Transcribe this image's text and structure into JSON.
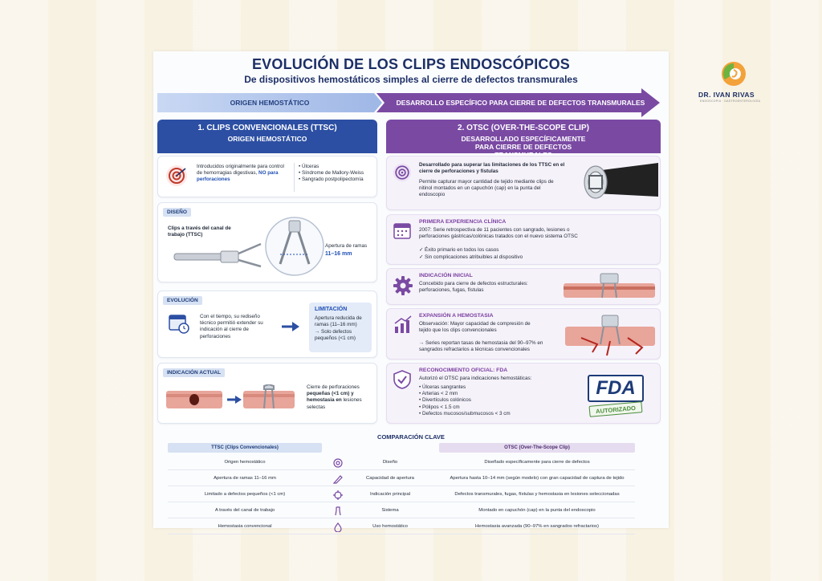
{
  "header": {
    "title": "EVOLUCIÓN DE LOS CLIPS ENDOSCÓPICOS",
    "subtitle": "De dispositivos hemostáticos simples al cierre de defectos transmurales"
  },
  "timeline": {
    "left_label": "ORIGEN HEMOSTÁTICO",
    "right_label": "DESARROLLO ESPECÍFICO PARA CIERRE DE DEFECTOS TRANSMURALES"
  },
  "logo": {
    "name": "DR. IVAN RIVAS",
    "tagline": "ENDOSCOPIA · GASTROENTEROLOGÍA"
  },
  "ttsc": {
    "heading": "1. CLIPS CONVENCIONALES (TTSC)",
    "subheading": "ORIGEN HEMOSTÁTICO",
    "intro": "Introducidos originalmente para control de hemorragias digestivas,",
    "intro_not": "NO para perforaciones",
    "uses": [
      "• Úlceras",
      "• Síndrome de Mallory-Weiss",
      "• Sangrado postpolipectomía"
    ],
    "design_label": "DISEÑO",
    "design_text": "Clips a través del canal de trabajo (TTSC)",
    "aperture_text": "Apertura de ramas",
    "aperture_value": "11–16 mm",
    "evolution_label": "EVOLUCIÓN",
    "evolution_text": "Con el tiempo, su rediseño técnico permitió extender su indicación al cierre de perforaciones",
    "limitation_title": "LIMITACIÓN",
    "limitation_text": "Apertura reducida de ramas (11–16 mm)",
    "limitation_text2": "→ Solo defectos pequeños (<1 cm)",
    "current_label": "INDICACIÓN ACTUAL",
    "current_text": "Cierre de perforaciones",
    "current_text_bold": "pequeñas (<1 cm) y hemostasia en",
    "current_text_end": "lesiones selectas"
  },
  "otsc": {
    "heading": "2. OTSC (OVER-THE-SCOPE CLIP)",
    "subheading": "DESARROLLADO ESPECÍFICAMENTE PARA CIERRE DE DEFECTOS TRANSMURALES",
    "intro_bold": "Desarrollado para superar las limitaciones de los TTSC en el cierre de perforaciones y fístulas",
    "intro_text": "Permite capturar mayor cantidad de tejido mediante clips de nitinol montados en un capuchón (cap) en la punta del endoscopio",
    "exp_title": "PRIMERA EXPERIENCIA CLÍNICA",
    "exp_text": "2007: Serie retrospectiva de 11 pacientes con sangrado, lesiones o perforaciones gástricas/colónicas tratados con el nuevo sistema OTSC",
    "exp_check1": "✓ Éxito primario en todos los casos",
    "exp_check2": "✓ Sin complicaciones atribuibles al dispositivo",
    "ind_title": "INDICACIÓN INICIAL",
    "ind_text": "Concebido para cierre de defectos estructurales: perforaciones, fugas, fístulas",
    "hemo_title": "EXPANSIÓN A HEMOSTASIA",
    "hemo_text": "Observación: Mayor capacidad de compresión de tejido que los clips convencionales",
    "hemo_text2": "→ Series reportan tasas de hemostasia del 90–97% en sangrados refractarios a técnicas convencionales",
    "fda_title": "RECONOCIMIENTO OFICIAL: FDA",
    "fda_text": "Autorizó el OTSC para indicaciones hemostáticas:",
    "fda_items": [
      "• Úlceras sangrantes",
      "• Arterias < 2 mm",
      "• Divertículos colónicos",
      "• Pólipos < 1.5 cm",
      "• Defectos mucosos/submucosos < 3 cm"
    ],
    "fda_logo": "FDA",
    "fda_stamp": "AUTORIZADO"
  },
  "comparison": {
    "title": "COMPARACIÓN CLAVE",
    "left_header": "TTSC (Clips Convencionales)",
    "right_header": "OTSC (Over-The-Scope Clip)",
    "rows": [
      {
        "ttsc": "Origen hemostático",
        "aspect": "Diseño",
        "otsc": "Diseñado específicamente para cierre de defectos",
        "icon": "target-icon"
      },
      {
        "ttsc": "Apertura de ramas 11–16 mm",
        "aspect": "Capacidad de apertura",
        "otsc": "Apertura hasta 10–14 mm (según modelo) con gran capacidad de captura de tejido",
        "icon": "pencil-icon"
      },
      {
        "ttsc": "Limitado a defectos pequeños (<1 cm)",
        "aspect": "Indicación principal",
        "otsc": "Defectos transmurales, fugas, fístulas y hemostasia en lesiones seleccionadas",
        "icon": "crosshair-icon"
      },
      {
        "ttsc": "A través del canal de trabajo",
        "aspect": "Sistema",
        "otsc": "Montado en capuchón (cap) en la punta del endoscopio",
        "icon": "clip-icon"
      },
      {
        "ttsc": "Hemostasia convencional",
        "aspect": "Uso hemostático",
        "otsc": "Hemostasia avanzada (90–97% en sangrados refractarios)",
        "icon": "drop-icon"
      }
    ]
  },
  "colors": {
    "navy": "#1d2f66",
    "blue": "#2c4fa3",
    "purple": "#7a4aa3",
    "red": "#c0392b"
  }
}
